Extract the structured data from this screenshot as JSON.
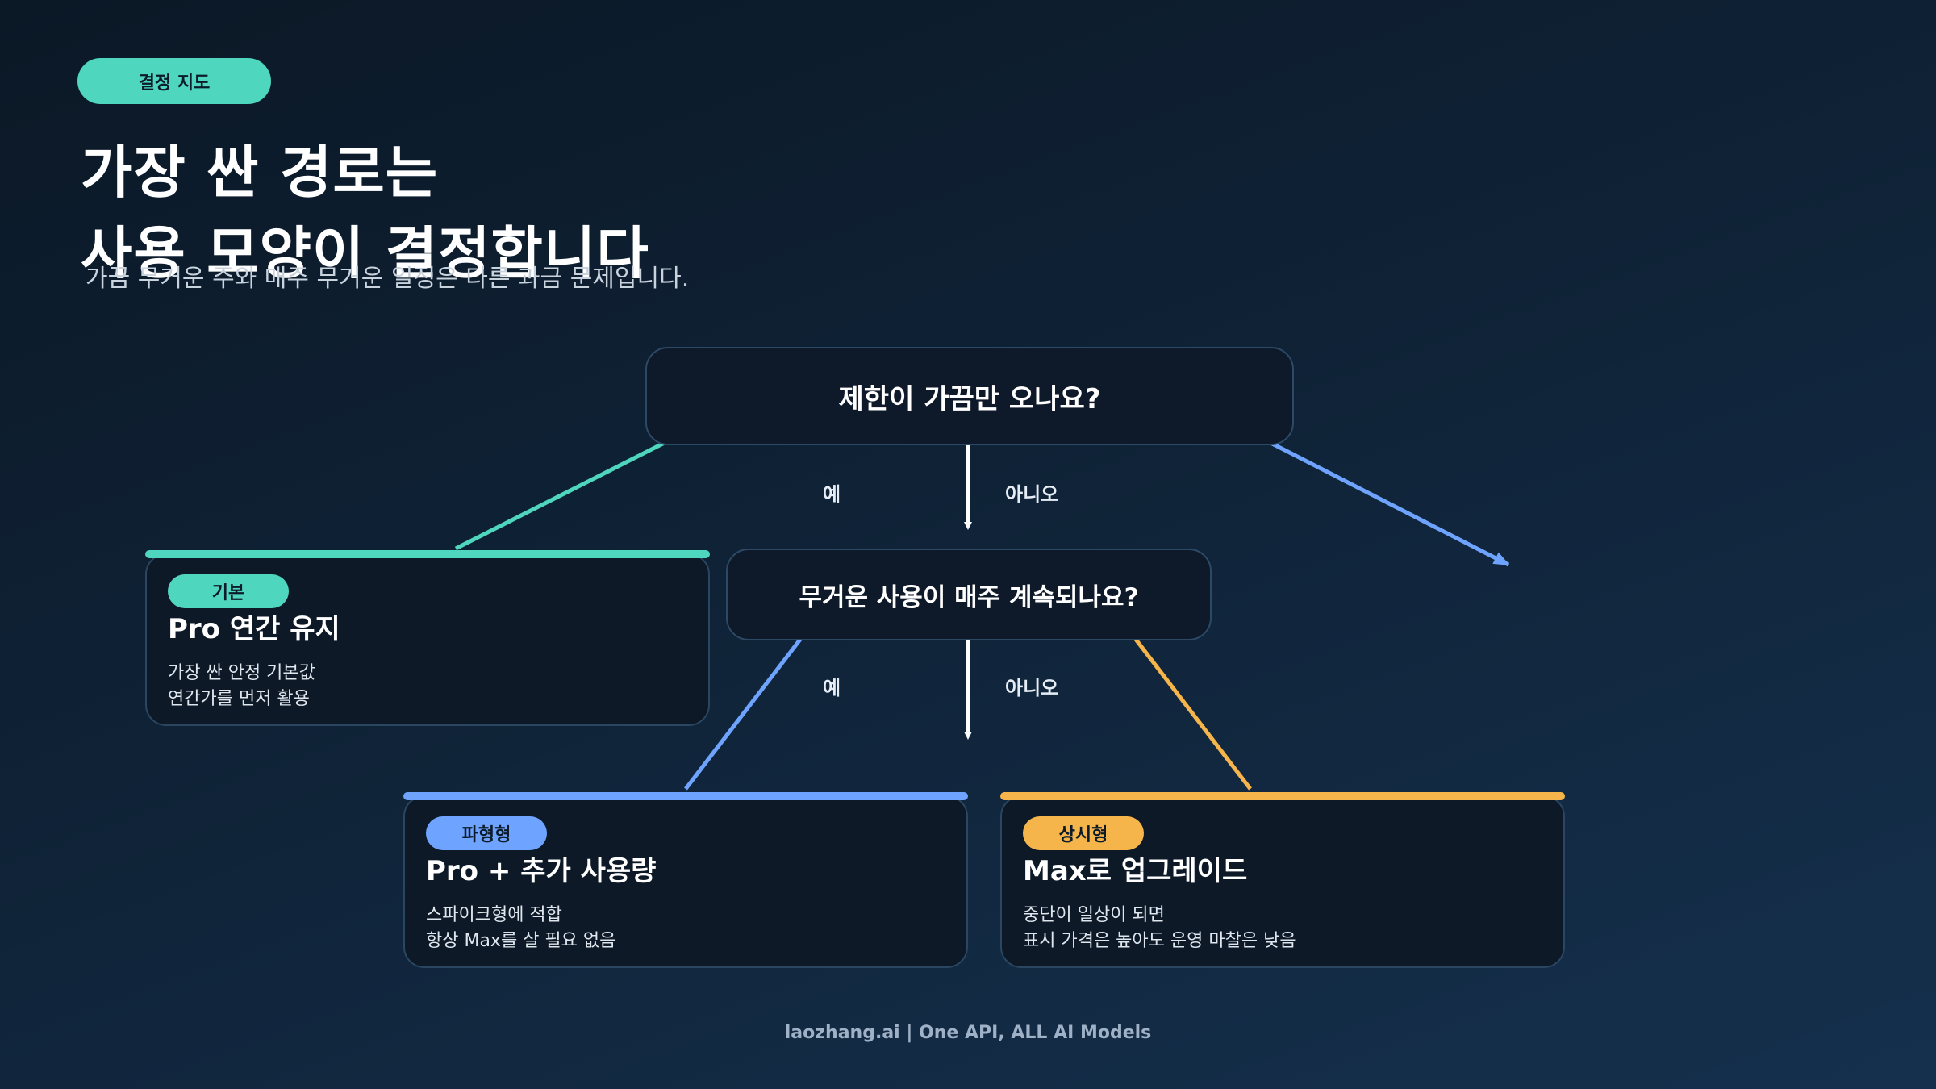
{
  "header": {
    "badge": "결정 지도",
    "title_line1": "가장 싼 경로는",
    "title_line2": "사용 모양이 결정합니다",
    "subtitle": "가끔 무거운 주와 매주 무거운 일정은 다른 과금 문제입니다."
  },
  "questions": {
    "q1": "제한이 가끔만 오나요?",
    "q2": "무거운 사용이 매주 계속되나요?"
  },
  "edges": {
    "yes": "예",
    "no": "아니오"
  },
  "cards": {
    "basic": {
      "tag": "기본",
      "title": "Pro 연간 유지",
      "line1": "가장 싼 안정 기본값",
      "line2": "연간가를 먼저 활용"
    },
    "spike": {
      "tag": "파형형",
      "title": "Pro + 추가 사용량",
      "line1": "스파이크형에 적합",
      "line2": "항상 Max를 살 필요 없음"
    },
    "constant": {
      "tag": "상시형",
      "title": "Max로 업그레이드",
      "line1": "중단이 일상이 되면",
      "line2": "표시 가격은 높아도 운영 마찰은 낮음"
    }
  },
  "colors": {
    "teal": "#4fd6bf",
    "blue": "#6ea4ff",
    "orange": "#f5b54a"
  },
  "footer": "laozhang.ai | One API, ALL AI Models"
}
